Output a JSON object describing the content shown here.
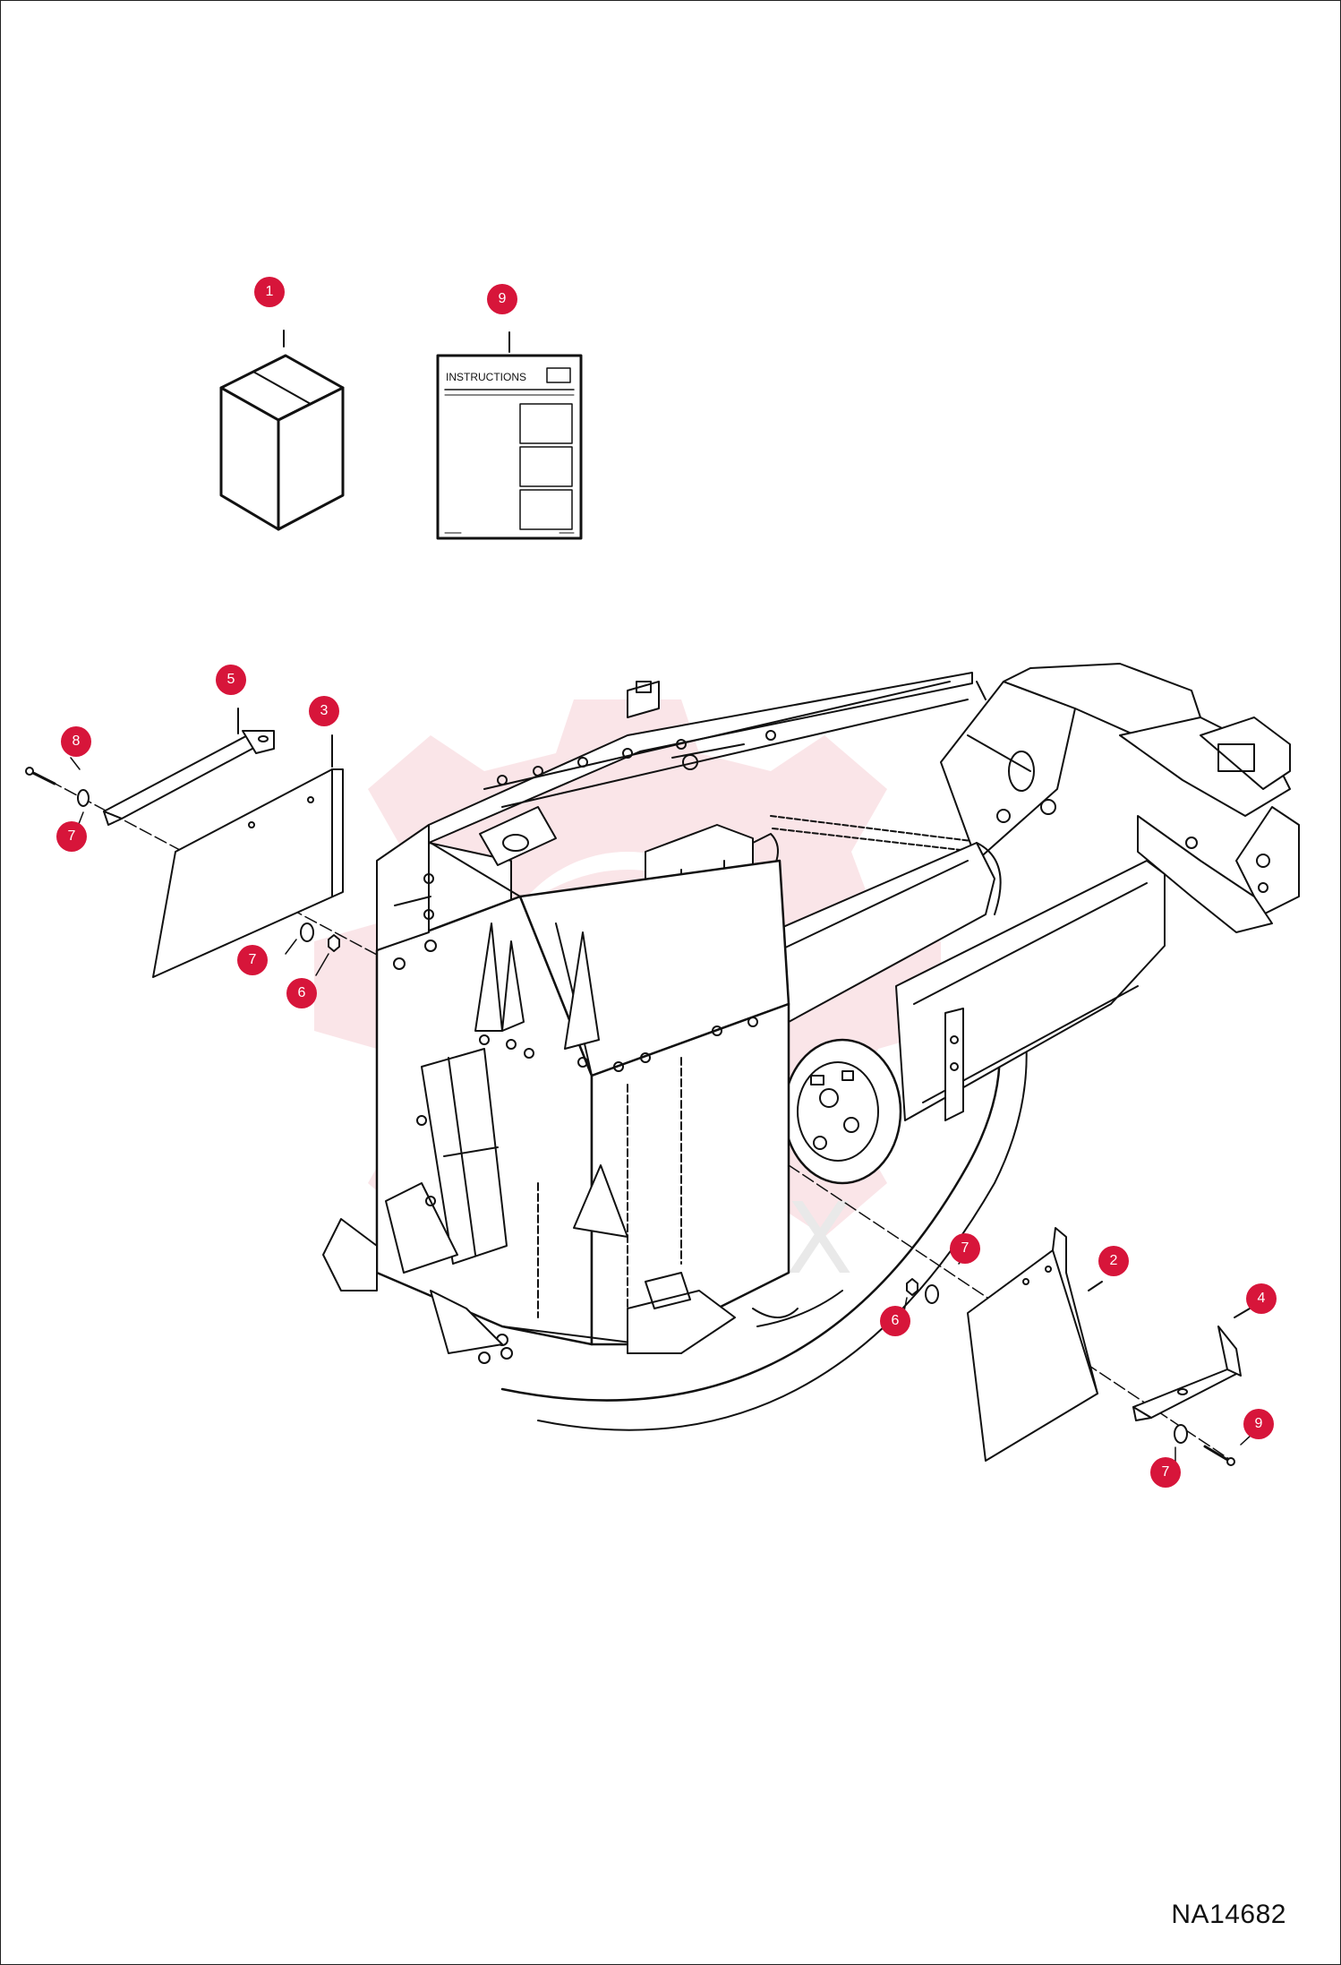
{
  "diagram": {
    "code": "NA14682",
    "instructions_label": "INSTRUCTIONS",
    "watermark_text": "ИНТЕХ"
  },
  "callouts": [
    "1",
    "9",
    "5",
    "3",
    "8",
    "7",
    "7",
    "6",
    "7",
    "2",
    "6",
    "4",
    "9",
    "7"
  ],
  "colors": {
    "callout": "#d7153a",
    "line": "#111111",
    "watermark": "#f2b6c0"
  }
}
